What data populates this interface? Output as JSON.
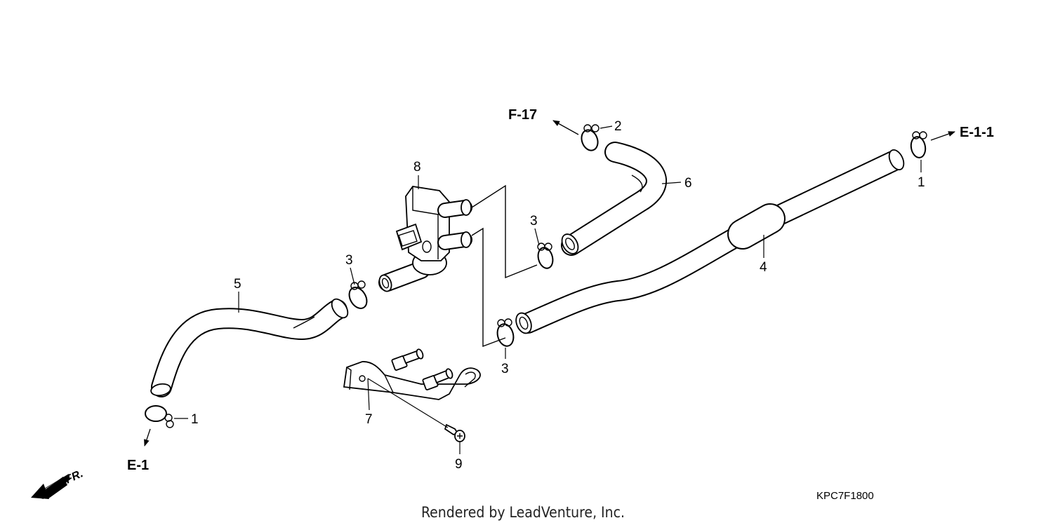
{
  "diagram": {
    "references": {
      "f17": "F-17",
      "e11": "E-1-1",
      "e1": "E-1"
    },
    "callouts": {
      "c1_left": "1",
      "c1_right": "1",
      "c2": "2",
      "c3_top": "3",
      "c3_left": "3",
      "c3_bottom": "3",
      "c4": "4",
      "c5": "5",
      "c6": "6",
      "c7": "7",
      "c8": "8",
      "c9": "9"
    },
    "direction_label": "FR.",
    "diagram_code": "KPC7F1800",
    "credit": "Rendered by LeadVenture, Inc."
  }
}
